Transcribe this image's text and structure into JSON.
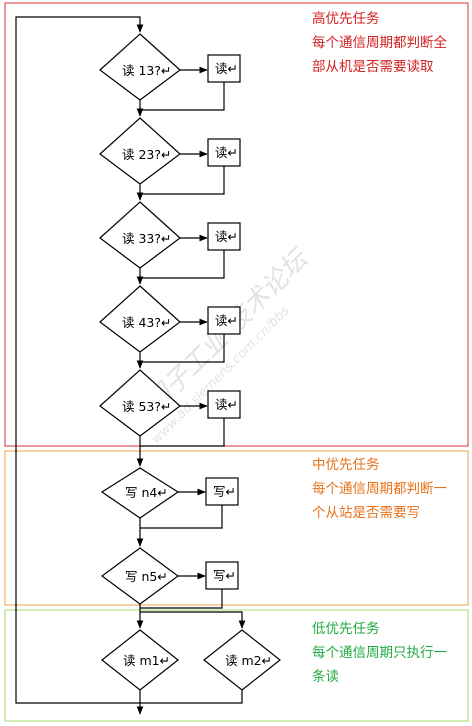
{
  "colors": {
    "high": "#dd3333",
    "mid": "#f0a04b",
    "low": "#a6d96a",
    "high_text": "#d42020",
    "mid_text": "#e8731a",
    "low_text": "#22aa44",
    "line": "#000000"
  },
  "groups": {
    "high": {
      "title": "高优先任务",
      "desc1": "每个通信周期都判断全",
      "desc2": "部从机是否需要读取"
    },
    "mid": {
      "title": "中优先任务",
      "desc1": "每个通信周期都判断一",
      "desc2": "个从站是否需要写"
    },
    "low": {
      "title": "低优先任务",
      "desc1": "每个通信周期只执行一",
      "desc2": "条读"
    }
  },
  "decisions": [
    {
      "label": "读 13?↵"
    },
    {
      "label": "读 23?↵"
    },
    {
      "label": "读 33?↵"
    },
    {
      "label": "读 43?↵"
    },
    {
      "label": "读 53?↵"
    },
    {
      "label": "写 n4↵"
    },
    {
      "label": "写 n5↵"
    },
    {
      "label": "读 m1↵"
    },
    {
      "label": "读 m2↵"
    }
  ],
  "actions": [
    {
      "label": "读↵"
    },
    {
      "label": "读↵"
    },
    {
      "label": "读↵"
    },
    {
      "label": "读↵"
    },
    {
      "label": "读↵"
    },
    {
      "label": "写↵"
    },
    {
      "label": "写↵"
    }
  ],
  "watermark": {
    "line1": "西门子工业 技术论坛",
    "line2": "www.ad.siemens.com.cn/bbs"
  }
}
